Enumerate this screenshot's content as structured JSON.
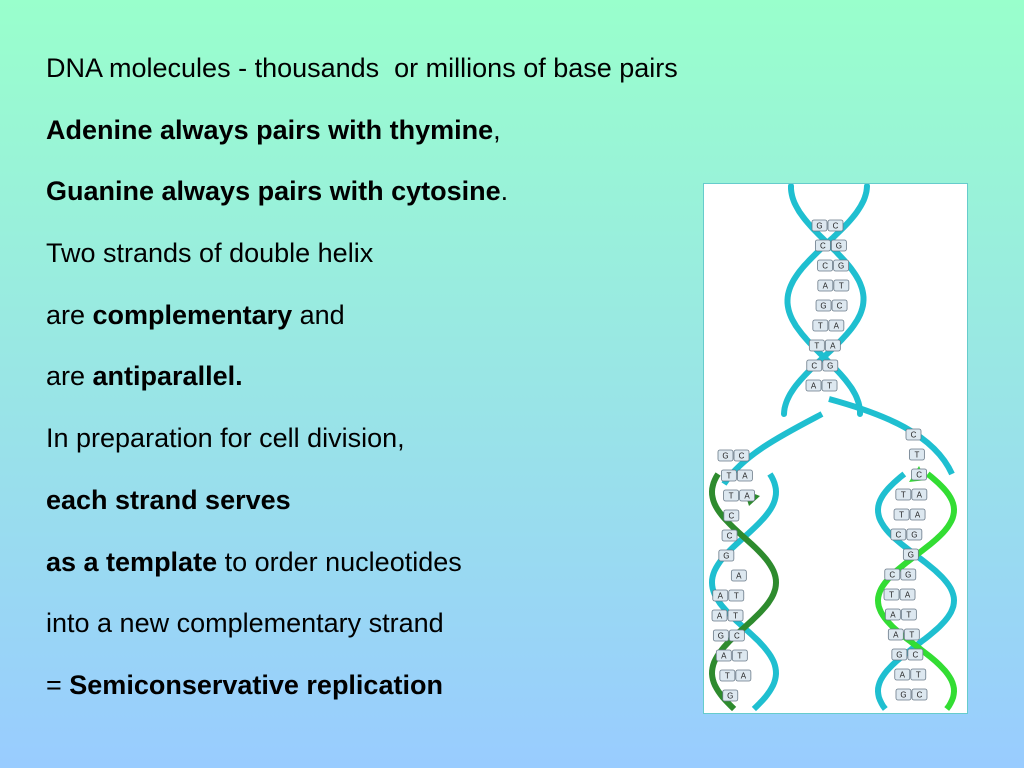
{
  "lines": [
    {
      "segments": [
        {
          "text": "DNA molecules - thousands  or millions of base pairs",
          "bold": false
        }
      ]
    },
    {
      "segments": [
        {
          "text": "Adenine always pairs with thymine",
          "bold": true
        },
        {
          "text": ",",
          "bold": false
        }
      ]
    },
    {
      "segments": [
        {
          "text": "Guanine always pairs with cytosine",
          "bold": true
        },
        {
          "text": ".",
          "bold": false
        }
      ]
    },
    {
      "segments": [
        {
          "text": "Two strands of double helix",
          "bold": false
        }
      ]
    },
    {
      "segments": [
        {
          "text": "are ",
          "bold": false
        },
        {
          "text": "complementary",
          "bold": true
        },
        {
          "text": " and",
          "bold": false
        }
      ]
    },
    {
      "segments": [
        {
          "text": "are ",
          "bold": false
        },
        {
          "text": "antiparallel.",
          "bold": true
        }
      ]
    },
    {
      "segments": [
        {
          "text": "In preparation for cell division,",
          "bold": false
        }
      ]
    },
    {
      "segments": [
        {
          "text": "each strand serves",
          "bold": true
        }
      ]
    },
    {
      "segments": [
        {
          "text": "as a template",
          "bold": true
        },
        {
          "text": " to order nucleotides",
          "bold": false
        }
      ]
    },
    {
      "segments": [
        {
          "text": "into a new complementary strand",
          "bold": false
        }
      ]
    },
    {
      "segments": [
        {
          "text": "= ",
          "bold": false
        },
        {
          "text": "Semiconservative replication",
          "bold": true
        }
      ]
    }
  ],
  "diagram": {
    "colors": {
      "parent_strand": "#1fbfd0",
      "new_strand_left": "#2e8b2e",
      "new_strand_right": "#33dd33",
      "base_fill": "#dde8f0",
      "base_stroke": "#6a7a88"
    },
    "top_pairs": [
      [
        "G",
        "C"
      ],
      [
        "C",
        "G"
      ],
      [
        "C",
        "G"
      ],
      [
        "A",
        "T"
      ],
      [
        "G",
        "C"
      ],
      [
        "T",
        "A"
      ],
      [
        "T",
        "A"
      ],
      [
        "C",
        "G"
      ],
      [
        "A",
        "T"
      ]
    ],
    "left_pairs": [
      [
        "G",
        "C"
      ],
      [
        "T",
        "A"
      ],
      [
        "T",
        "A"
      ],
      [
        "C",
        ""
      ],
      [
        "C",
        ""
      ],
      [
        "G",
        ""
      ],
      [
        "",
        "A"
      ],
      [
        "A",
        "T"
      ],
      [
        "A",
        "T"
      ],
      [
        "G",
        "C"
      ],
      [
        "A",
        "T"
      ],
      [
        "T",
        "A"
      ],
      [
        "G",
        ""
      ]
    ],
    "right_pairs": [
      [
        "",
        "C"
      ],
      [
        "",
        "T"
      ],
      [
        "",
        "C"
      ],
      [
        "T",
        "A"
      ],
      [
        "T",
        "A"
      ],
      [
        "C",
        "G"
      ],
      [
        "",
        "G"
      ],
      [
        "C",
        "G"
      ],
      [
        "T",
        "A"
      ],
      [
        "A",
        "T"
      ],
      [
        "A",
        "T"
      ],
      [
        "G",
        "C"
      ],
      [
        "A",
        "T"
      ],
      [
        "G",
        "C"
      ]
    ]
  }
}
